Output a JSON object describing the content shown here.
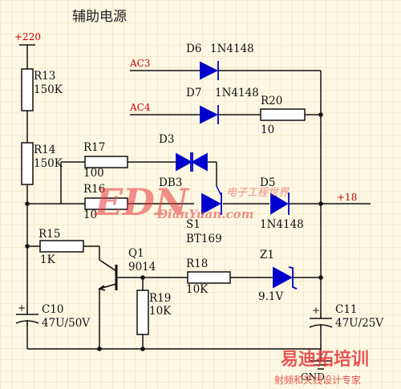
{
  "title": "辅助电源",
  "nets": {
    "vin": "+220",
    "vout": "+18",
    "gnd": "GND",
    "ac3": "AC3",
    "ac4": "AC4"
  },
  "components": {
    "R13": {
      "ref": "R13",
      "value": "150K"
    },
    "R14": {
      "ref": "R14",
      "value": "150K"
    },
    "R17": {
      "ref": "R17",
      "value": "100"
    },
    "R16": {
      "ref": "R16",
      "value": "10"
    },
    "R15": {
      "ref": "R15",
      "value": "1K"
    },
    "R18": {
      "ref": "R18",
      "value": "10K"
    },
    "R19": {
      "ref": "R19",
      "value": "10K"
    },
    "R20": {
      "ref": "R20",
      "value": "10"
    },
    "D3": {
      "ref": "D3",
      "value": "DB3"
    },
    "D5": {
      "ref": "D5",
      "value": "1N4148"
    },
    "D6": {
      "ref": "D6",
      "value": "1N4148"
    },
    "D7": {
      "ref": "D7",
      "value": "1N4148"
    },
    "S1": {
      "ref": "S1",
      "value": "BT169"
    },
    "Q1": {
      "ref": "Q1",
      "value": "9014"
    },
    "Z1": {
      "ref": "Z1",
      "value": "9.1V"
    },
    "C10": {
      "ref": "C10",
      "value": "47U/50V"
    },
    "C11": {
      "ref": "C11",
      "value": "47U/25V"
    }
  },
  "watermarks": {
    "site": "DianYuan.com",
    "site_cn": "电子工程世界",
    "brand": "易迪拓培训",
    "brand_sub": "射频和天线设计专家",
    "mark": "EDN"
  },
  "colors": {
    "wire": "#111111",
    "component": "#0000cc",
    "label": "#111111",
    "red_text": "#cc0000",
    "grid": "#e6d7a8",
    "background": "#fcf8e4",
    "watermark_red": "#e8393c"
  }
}
